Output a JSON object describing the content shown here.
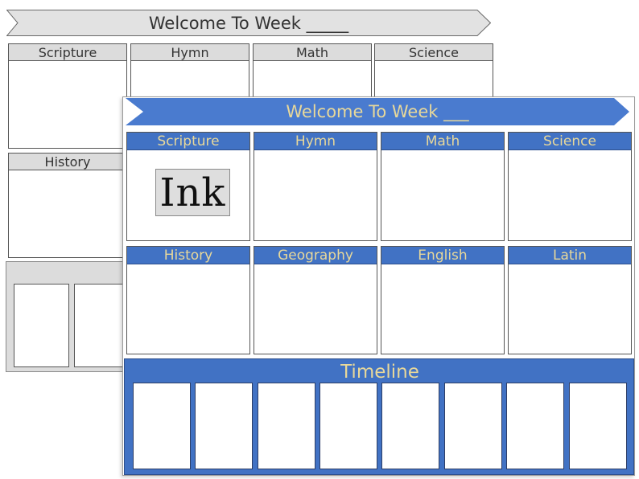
{
  "back_sheet": {
    "title": "Welcome To Week _____",
    "boxes": [
      "Scripture",
      "Hymn",
      "Math",
      "Science",
      "History"
    ]
  },
  "front_sheet": {
    "title": "Welcome To Week ___",
    "subjects_row1": [
      "Scripture",
      "Hymn",
      "Math",
      "Science"
    ],
    "subjects_row2": [
      "History",
      "Geography",
      "English",
      "Latin"
    ],
    "timeline_label": "Timeline",
    "timeline_cards": 8
  },
  "ink_logo": "Ink",
  "colors": {
    "banner_blue": "#4a7bcf",
    "header_blue": "#4172c4",
    "header_text": "#e8d89a",
    "gray_header": "#dcdcdc"
  }
}
